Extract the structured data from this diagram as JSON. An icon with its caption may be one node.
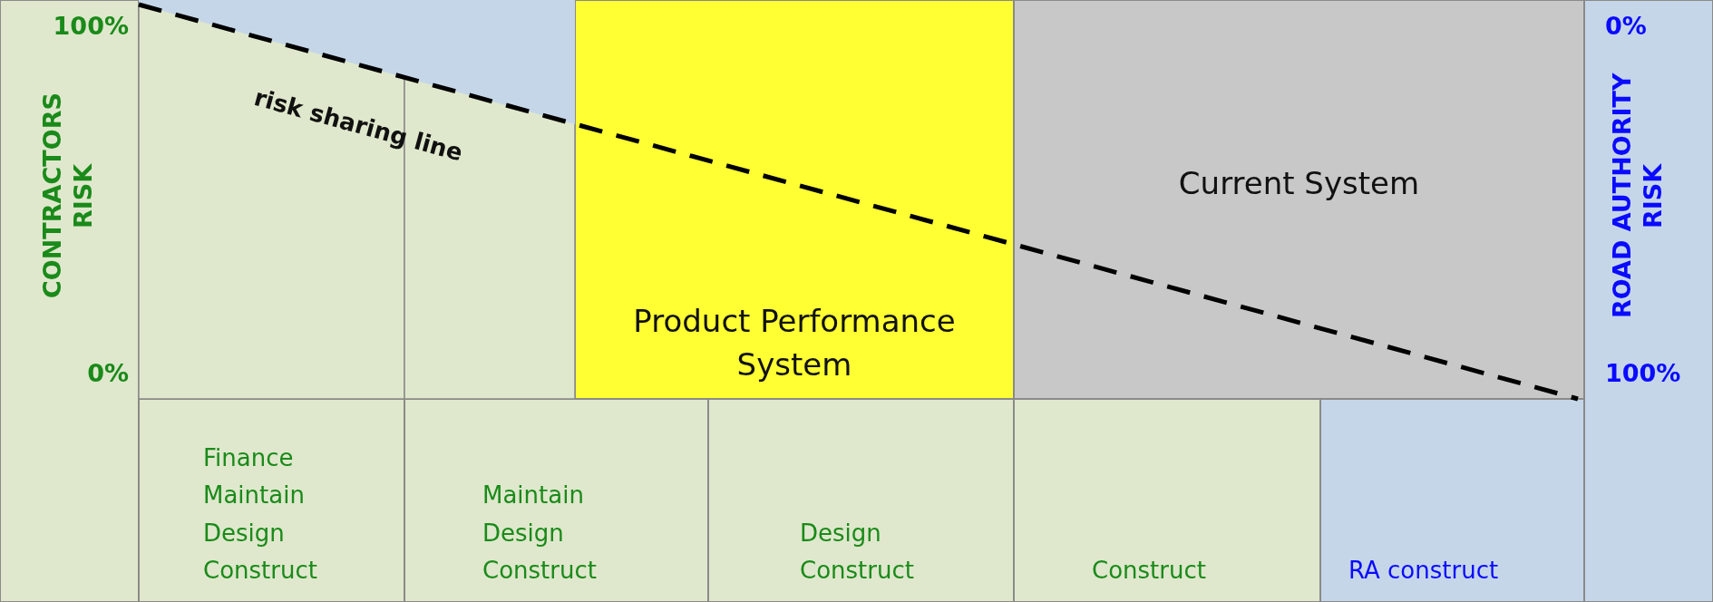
{
  "diagram": {
    "nodes": [
      {
        "text": [
          "100%",
          "CONTRACTORS RISK",
          "0%"
        ]
      },
      {
        "text": [
          "Product Performance System"
        ]
      },
      {
        "text": [
          "Current System"
        ]
      },
      {
        "text": [
          "0%",
          "ROAD AUTHORITY RISK",
          "100%"
        ]
      },
      {
        "text": [
          "Finance Maintain Design Construct"
        ]
      },
      {
        "text": [
          "Maintain Design Construct"
        ]
      },
      {
        "text": [
          "Design Construct"
        ]
      },
      {
        "text": [
          "Construct"
        ]
      },
      {
        "text": [
          "RA construct"
        ]
      }
    ],
    "labels": [
      "risk sharing line"
    ]
  }
}
